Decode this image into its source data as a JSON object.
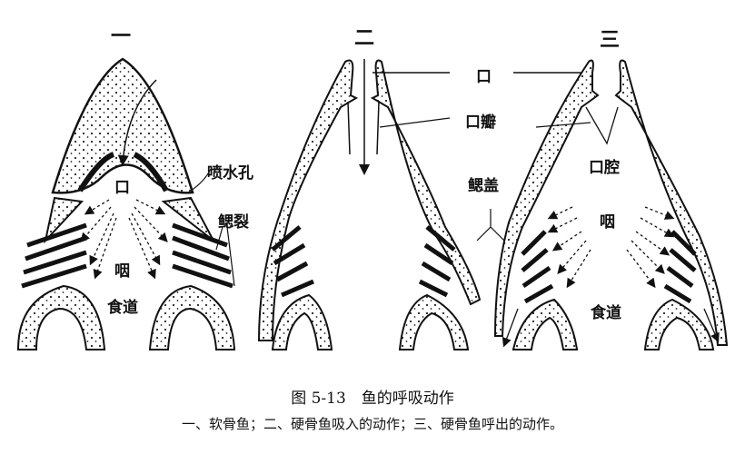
{
  "panels": [
    {
      "number": "一",
      "title": "软骨鱼"
    },
    {
      "number": "二",
      "title": "硬骨鱼吸入的动作"
    },
    {
      "number": "三",
      "title": "硬骨鱼呼出的动作"
    }
  ],
  "labels": {
    "panel1": {
      "mouth": "口",
      "spiracle": "喷水孔",
      "gill_slits": "鳃裂",
      "pharynx": "咽",
      "esophagus": "食道"
    },
    "panel2": {
      "mouth": "口",
      "oral_valve": "口瓣",
      "operculum": "鳃盖"
    },
    "panel3": {
      "oral_cavity": "口腔",
      "pharynx": "咽",
      "esophagus": "食道"
    }
  },
  "caption": {
    "title": "图 5-13　鱼的呼吸动作",
    "subtitle": "一、软骨鱼；二、硬骨鱼吸入的动作；三、硬骨鱼呼出的动作。"
  }
}
